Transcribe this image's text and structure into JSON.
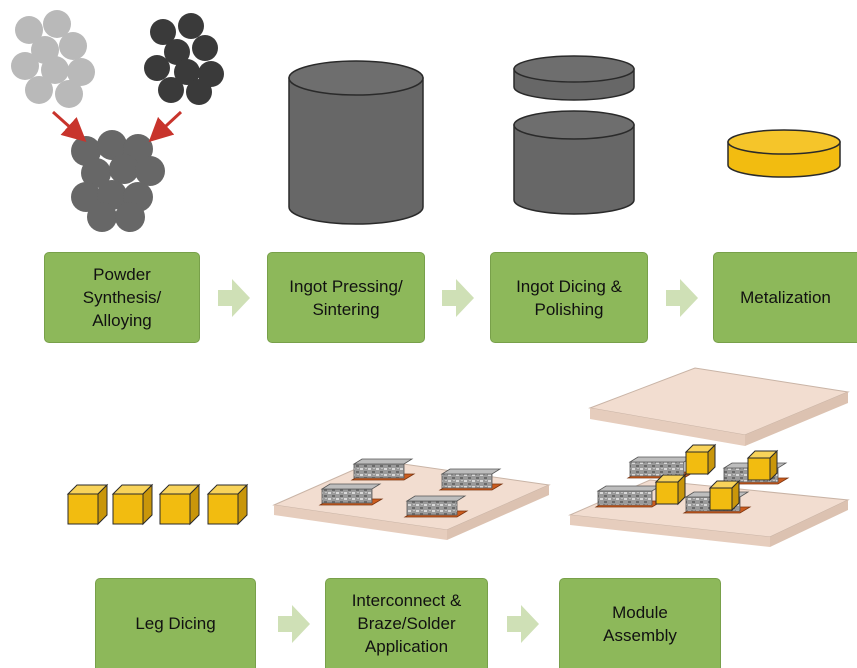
{
  "colors": {
    "step_fill": "#8db85a",
    "step_border": "#78a04a",
    "arrow": "#cfe0b6",
    "material_dark": "#676767",
    "material_light": "#b9b9b9",
    "material_black": "#3a3a3a",
    "gold": "#f2bc10",
    "red_arrow": "#c8342c",
    "substrate": "#f2ddd0",
    "solder": "#cc5c1e"
  },
  "steps": {
    "powder": "Powder\nSynthesis/\nAlloying",
    "pressing": "Ingot Pressing/\nSintering",
    "dicing": "Ingot Dicing &\nPolishing",
    "metalization": "Metalization",
    "leg_dicing": "Leg Dicing",
    "interconnect": "Interconnect &\nBraze/Solder\nApplication",
    "module": "Module\nAssembly"
  },
  "icons": {
    "powder": "powder-particles-icon",
    "ingot": "cylinder-ingot-icon",
    "sliced": "sliced-ingot-icon",
    "disk": "metalized-disk-icon",
    "legs": "diced-legs-icon",
    "substrate": "substrate-with-legs-icon",
    "assembly": "module-assembly-icon"
  }
}
